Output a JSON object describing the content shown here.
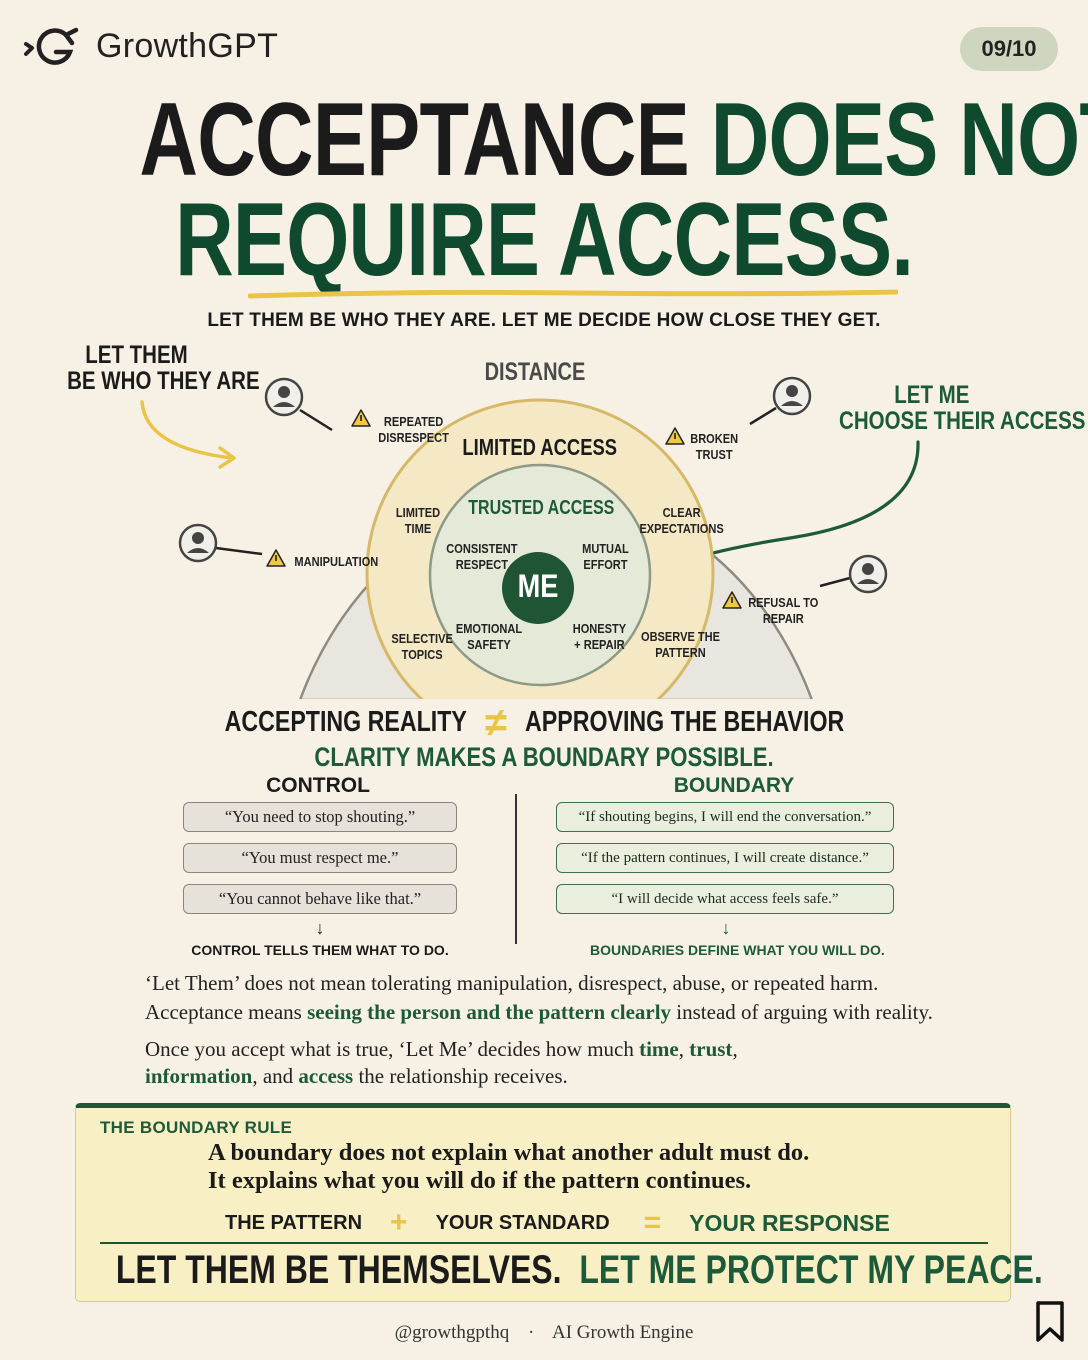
{
  "brand": {
    "name": "GrowthGPT",
    "logo_icon": "growth-logo-icon"
  },
  "page_badge": "09/10",
  "title": {
    "line1_black": "ACCEPTANCE",
    "line1_green": "DOES NOT",
    "line2_green": "REQUIRE ACCESS."
  },
  "subtitle": "LET THEM BE WHO THEY ARE. LET ME DECIDE HOW CLOSE THEY GET.",
  "side_notes": {
    "left_line1": "LET THEM",
    "left_line2": "BE WHO THEY ARE",
    "right_line1": "LET ME",
    "right_line2": "CHOOSE THEIR ACCESS"
  },
  "diagram": {
    "outer_ring": {
      "title": "DISTANCE",
      "items": [
        {
          "line1": "REPEATED",
          "line2": "DISRESPECT"
        },
        {
          "line1": "BROKEN",
          "line2": "TRUST"
        },
        {
          "line1": "MANIPULATION",
          "line2": ""
        },
        {
          "line1": "REFUSAL TO",
          "line2": "REPAIR"
        }
      ]
    },
    "middle_ring": {
      "title": "LIMITED ACCESS",
      "items": [
        {
          "line1": "LIMITED",
          "line2": "TIME"
        },
        {
          "line1": "CLEAR",
          "line2": "EXPECTATIONS"
        },
        {
          "line1": "SELECTIVE",
          "line2": "TOPICS"
        },
        {
          "line1": "OBSERVE THE",
          "line2": "PATTERN"
        }
      ]
    },
    "inner_ring": {
      "title": "TRUSTED ACCESS",
      "items": [
        {
          "line1": "CONSISTENT",
          "line2": "RESPECT"
        },
        {
          "line1": "MUTUAL",
          "line2": "EFFORT"
        },
        {
          "line1": "EMOTIONAL",
          "line2": "SAFETY"
        },
        {
          "line1": "HONESTY",
          "line2": "+ REPAIR"
        }
      ]
    },
    "center": "ME"
  },
  "accept_row": {
    "left": "ACCEPTING REALITY",
    "symbol": "≠",
    "right": "APPROVING THE BEHAVIOR"
  },
  "clarity": "CLARITY MAKES A BOUNDARY POSSIBLE.",
  "control": {
    "heading": "CONTROL",
    "items": [
      "“You need to stop shouting.”",
      "“You must respect me.”",
      "“You cannot behave like that.”"
    ],
    "footer": "CONTROL TELLS THEM WHAT TO DO."
  },
  "boundary": {
    "heading": "BOUNDARY",
    "items": [
      "“If shouting begins, I will end the conversation.”",
      "“If the pattern continues, I will create distance.”",
      "“I will decide what access feels safe.”"
    ],
    "footer": "BOUNDARIES DEFINE WHAT YOU WILL DO."
  },
  "paragraph1": {
    "line1": "‘Let Them’ does not mean tolerating manipulation, disrespect, abuse, or repeated harm.",
    "line2_a": "Acceptance means ",
    "line2_hl": "seeing the person and the pattern clearly",
    "line2_b": " instead of arguing with reality."
  },
  "paragraph2": {
    "a": "Once you accept what is true, ‘Let Me’ decides how much ",
    "hl1": "time",
    "sep1": ", ",
    "hl2": "trust",
    "sep2": ",",
    "hl3": "information",
    "b": ", and ",
    "hl4": "access",
    "c": " the relationship receives."
  },
  "rule": {
    "label": "THE BOUNDARY RULE",
    "line1": "A boundary does not explain what another adult must do.",
    "line2": "It explains what you will do if the pattern continues.",
    "formula": {
      "term1": "THE PATTERN",
      "op1": "+",
      "term2": "YOUR STANDARD",
      "op2": "=",
      "result": "YOUR RESPONSE"
    },
    "closing_black": "LET THEM BE THEMSELVES.",
    "closing_green": "LET ME PROTECT MY PEACE."
  },
  "footer": {
    "handle": "@growthgpthq",
    "dot": "·",
    "tagline": "AI Growth Engine"
  },
  "colors": {
    "green": "#1d5a3a",
    "gold": "#e9c447",
    "background": "#f6f1e4"
  }
}
